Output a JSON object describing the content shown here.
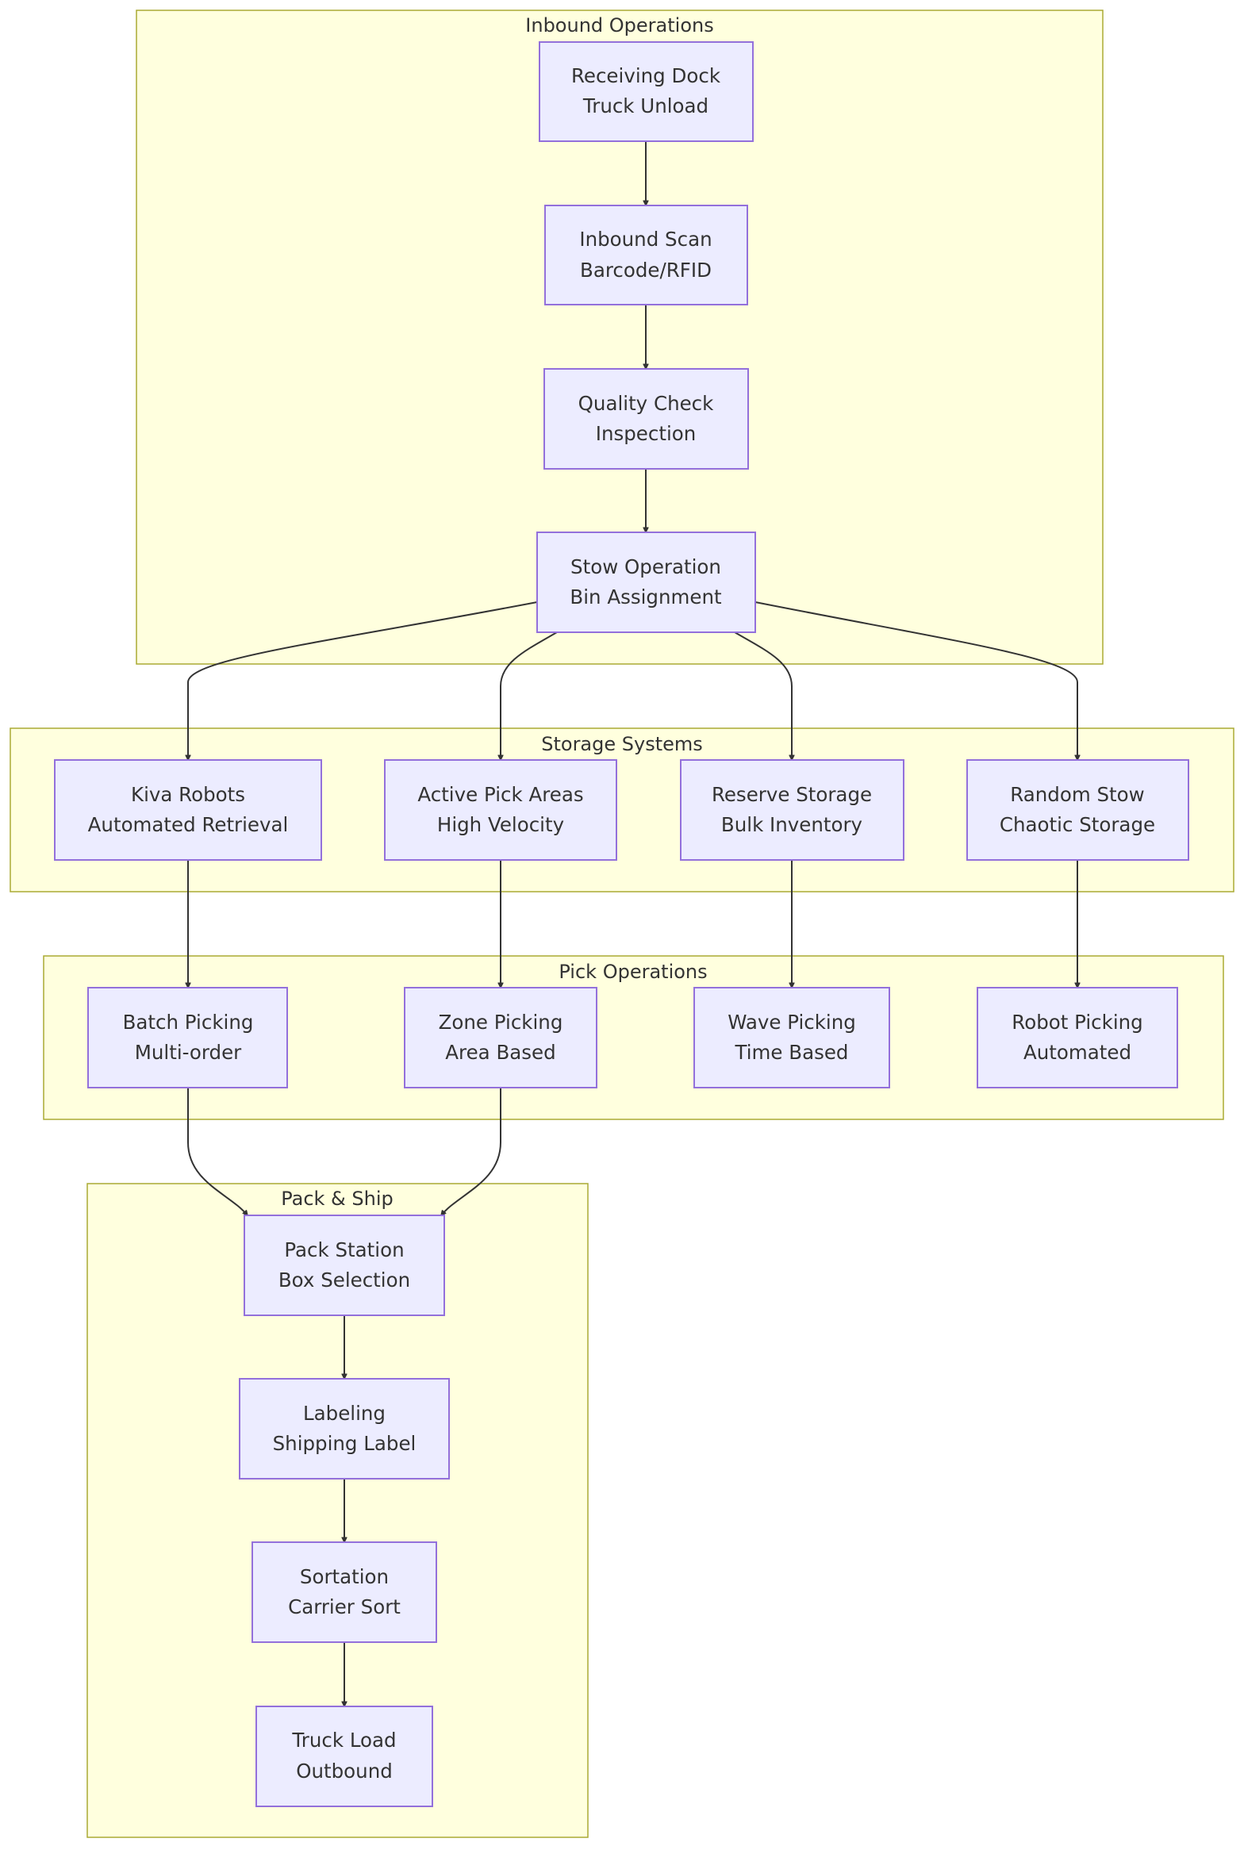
{
  "colors": {
    "cluster_fill": "#ffffde",
    "cluster_stroke": "#aaaa33",
    "node_fill": "#ececff",
    "node_stroke": "#9370db",
    "edge": "#333333",
    "text": "#333333"
  },
  "clusters": {
    "inbound": {
      "title": "Inbound Operations"
    },
    "storage": {
      "title": "Storage Systems"
    },
    "pick": {
      "title": "Pick Operations"
    },
    "pack": {
      "title": "Pack & Ship"
    }
  },
  "nodes": {
    "receiving": {
      "line1": "Receiving Dock",
      "line2": "Truck Unload"
    },
    "scan": {
      "line1": "Inbound Scan",
      "line2": "Barcode/RFID"
    },
    "quality": {
      "line1": "Quality Check",
      "line2": "Inspection"
    },
    "stow": {
      "line1": "Stow Operation",
      "line2": "Bin Assignment"
    },
    "kiva": {
      "line1": "Kiva Robots",
      "line2": "Automated Retrieval"
    },
    "active": {
      "line1": "Active Pick Areas",
      "line2": "High Velocity"
    },
    "reserve": {
      "line1": "Reserve Storage",
      "line2": "Bulk Inventory"
    },
    "random": {
      "line1": "Random Stow",
      "line2": "Chaotic Storage"
    },
    "batch": {
      "line1": "Batch Picking",
      "line2": "Multi-order"
    },
    "zone": {
      "line1": "Zone Picking",
      "line2": "Area Based"
    },
    "wave": {
      "line1": "Wave Picking",
      "line2": "Time Based"
    },
    "robot": {
      "line1": "Robot Picking",
      "line2": "Automated"
    },
    "pack": {
      "line1": "Pack Station",
      "line2": "Box Selection"
    },
    "label": {
      "line1": "Labeling",
      "line2": "Shipping Label"
    },
    "sort": {
      "line1": "Sortation",
      "line2": "Carrier Sort"
    },
    "truck": {
      "line1": "Truck Load",
      "line2": "Outbound"
    }
  },
  "edges": [
    {
      "from": "receiving",
      "to": "scan"
    },
    {
      "from": "scan",
      "to": "quality"
    },
    {
      "from": "quality",
      "to": "stow"
    },
    {
      "from": "stow",
      "to": "kiva"
    },
    {
      "from": "stow",
      "to": "active"
    },
    {
      "from": "stow",
      "to": "reserve"
    },
    {
      "from": "stow",
      "to": "random"
    },
    {
      "from": "kiva",
      "to": "batch"
    },
    {
      "from": "active",
      "to": "zone"
    },
    {
      "from": "reserve",
      "to": "wave"
    },
    {
      "from": "random",
      "to": "robot"
    },
    {
      "from": "batch",
      "to": "pack"
    },
    {
      "from": "zone",
      "to": "pack"
    },
    {
      "from": "pack",
      "to": "label"
    },
    {
      "from": "label",
      "to": "sort"
    },
    {
      "from": "sort",
      "to": "truck"
    }
  ]
}
